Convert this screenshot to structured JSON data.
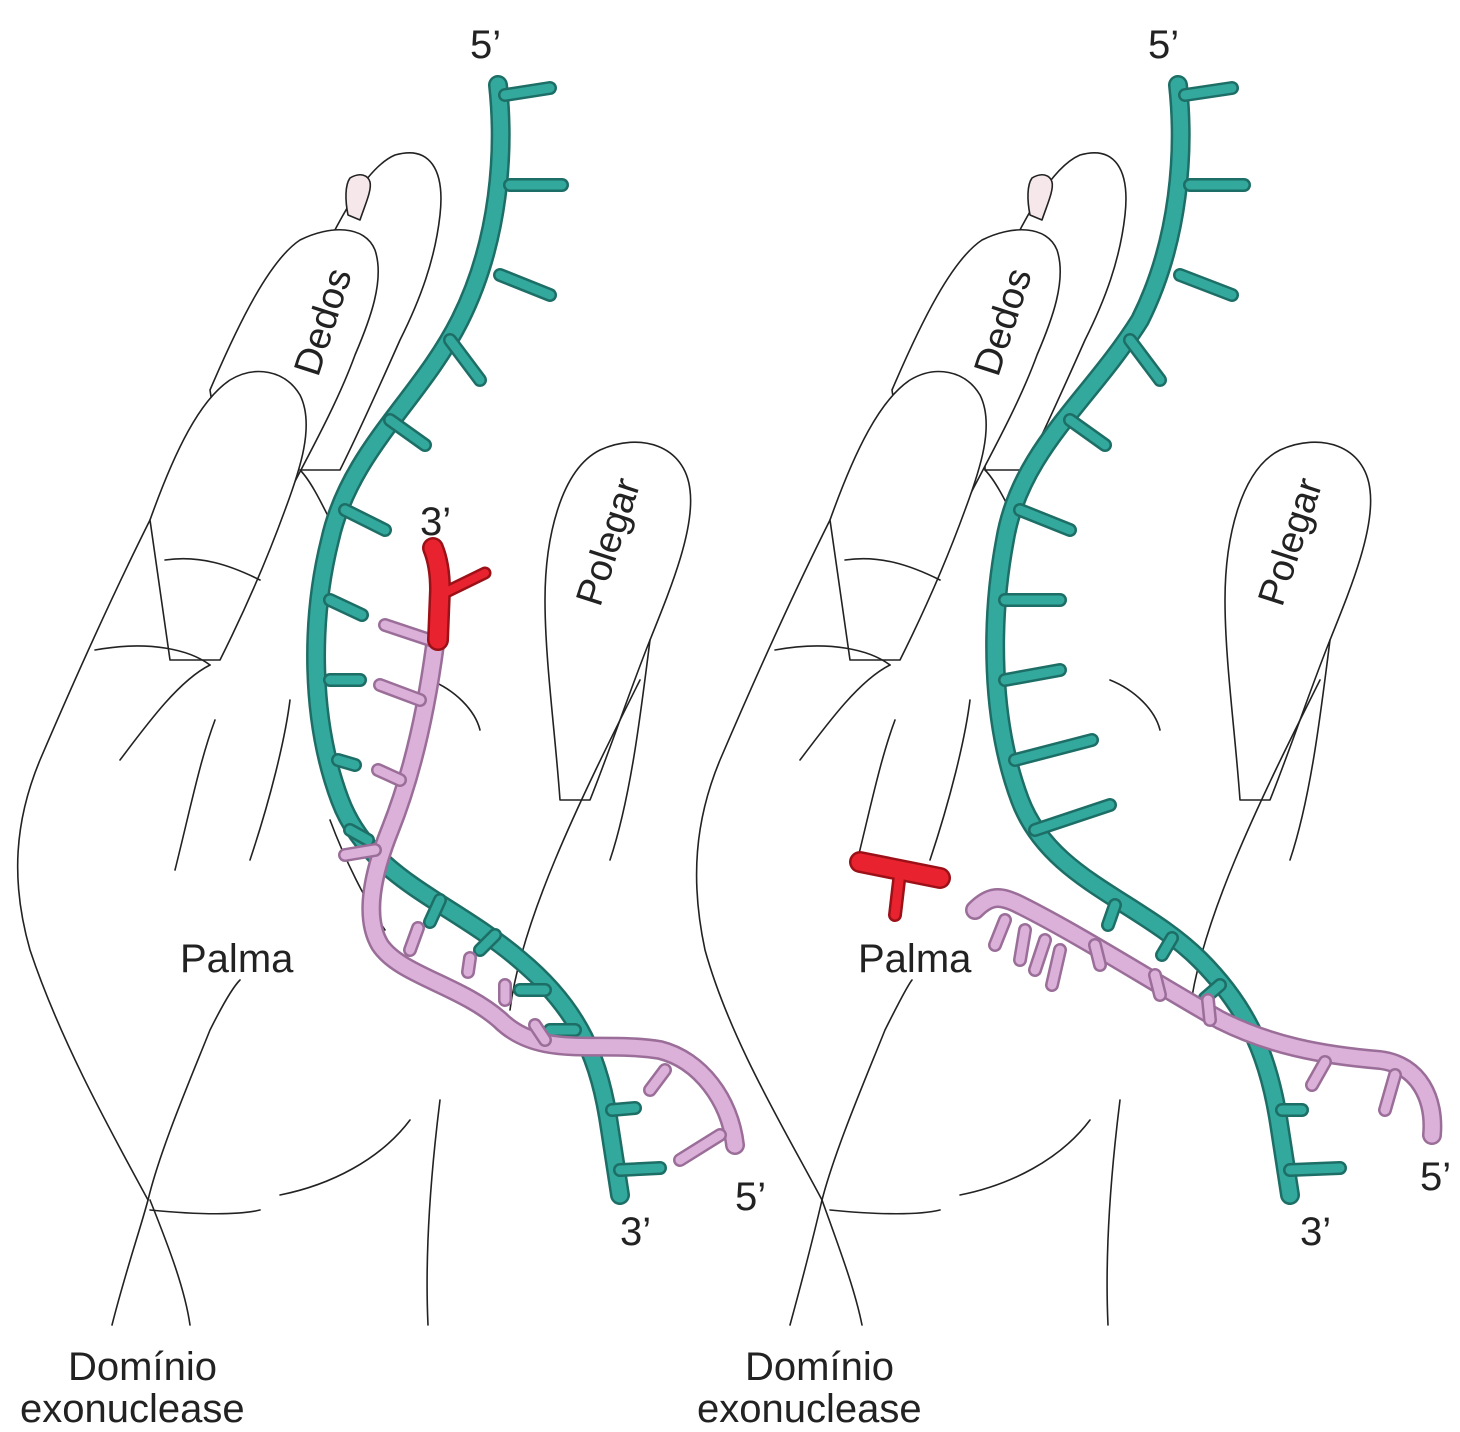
{
  "colors": {
    "template_strand": "#33a89c",
    "template_strand_edge": "#1d6e66",
    "new_strand": "#dbb0d9",
    "new_strand_edge": "#9a6e98",
    "mismatch_nucleotide": "#e8232f",
    "mismatch_edge": "#9c1017",
    "outline": "#222222"
  },
  "panels": [
    {
      "template_top_end": "5’",
      "template_bottom_end": "3’",
      "primer_3_end": "3’",
      "primer_5_end": "5’",
      "fingers_label": "Dedos",
      "thumb_label": "Polegar",
      "palm_label": "Palma",
      "exo_label_line1": "Domínio",
      "exo_label_line2": "exonuclease"
    },
    {
      "template_top_end": "5’",
      "template_bottom_end": "3’",
      "primer_5_end": "5’",
      "fingers_label": "Dedos",
      "thumb_label": "Polegar",
      "palm_label": "Palma",
      "exo_label_line1": "Domínio",
      "exo_label_line2": "exonuclease"
    }
  ]
}
